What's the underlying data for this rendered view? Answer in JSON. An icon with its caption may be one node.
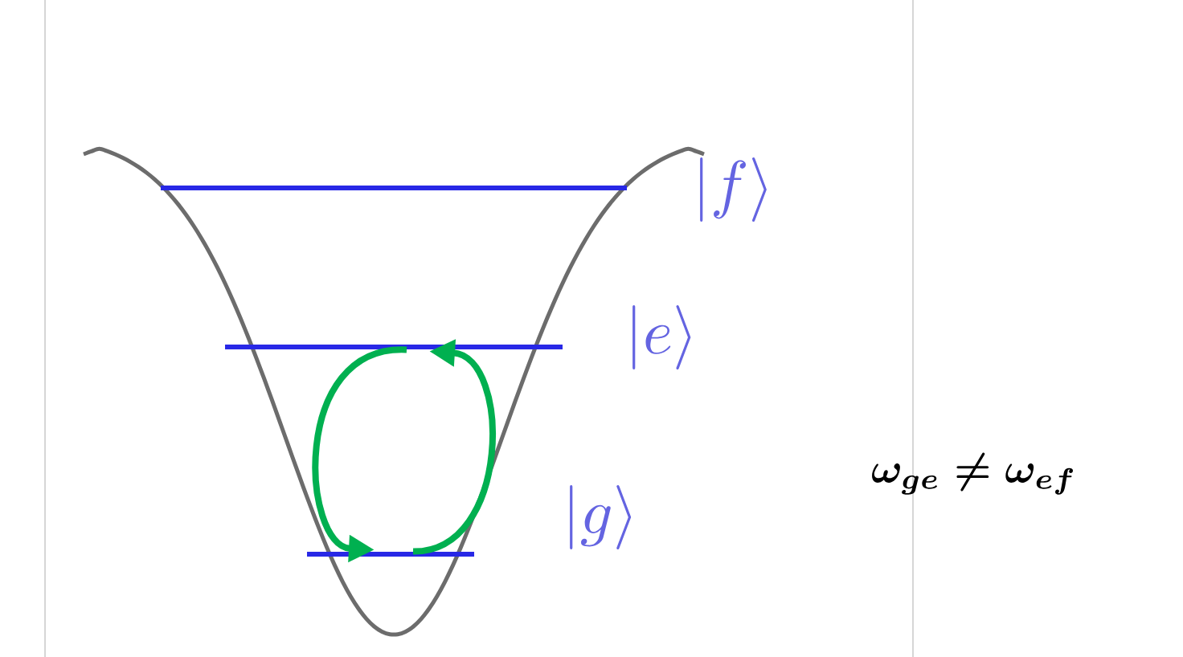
{
  "diagram": {
    "nodes": [
      {
        "text": [],
        "shape": "bar"
      },
      {
        "text": [],
        "shape": "bar"
      },
      {
        "text": [],
        "shape": "bar"
      }
    ],
    "edges": [
      {
        "from": 1,
        "to": 2,
        "arrow": "to",
        "color": "#00b050"
      },
      {
        "from": 2,
        "to": 1,
        "arrow": "to",
        "color": "#00b050"
      }
    ],
    "labels": [
      "|f\\rangle",
      "|e\\rangle",
      "|g\\rangle",
      "\\boldsymbol{\\omega_{ge}\\neq\\omega_{ef}}"
    ]
  }
}
